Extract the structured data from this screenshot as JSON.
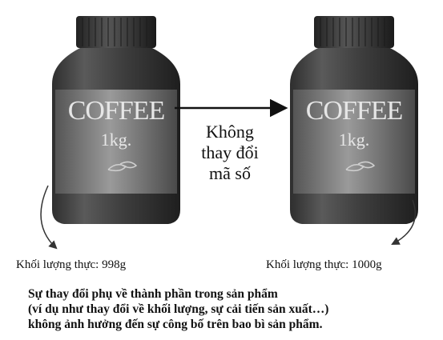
{
  "jars": [
    {
      "title": "COFFEE",
      "weight_label": "1kg."
    },
    {
      "title": "COFFEE",
      "weight_label": "1kg."
    }
  ],
  "arrow_text": [
    "Không",
    "thay đổi",
    "mã số"
  ],
  "actual_weights": {
    "left": "Khối  lượng thực: 998g",
    "right": "Khối lượng thực: 1000g"
  },
  "caption": [
    "Sự thay đổi phụ về thành phần trong sản phẩm",
    "(ví dụ như thay đổi về khối lượng, sự cải tiến sản xuất…)",
    "không ảnh hưởng đến sự công bố trên bao bì sản phẩm."
  ],
  "colors": {
    "jar_dark": "#3a3a3a",
    "jar_mid": "#6b6b6b",
    "label_light": "#8c8c8c",
    "background": "#ffffff"
  }
}
